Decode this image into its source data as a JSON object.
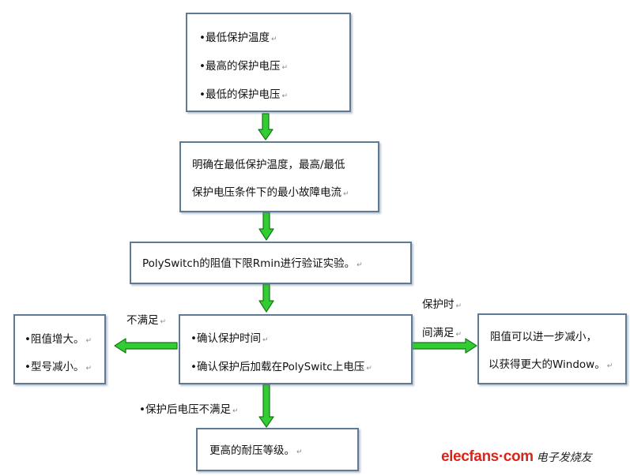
{
  "nodes": {
    "criteria": {
      "items": [
        "最低保护温度",
        "最高的保护电压",
        "最低的保护电压"
      ]
    },
    "fault_current": {
      "lines": [
        "明确在最低保护温度，最高/最低",
        "保护电压条件下的最小故障电流"
      ]
    },
    "verify_rmin": {
      "lines": [
        "PolySwitch的阻值下限Rmin进行验证实验。"
      ]
    },
    "confirm": {
      "items": [
        "确认保护时间",
        "确认保护后加载在PolySwitc上电压"
      ]
    },
    "left_fix": {
      "items": [
        "阻值增大。",
        "型号减小。"
      ]
    },
    "right_window": {
      "lines": [
        "阻值可以进一步减小，",
        "以获得更大的Window。"
      ]
    },
    "higher_rating": {
      "lines": [
        "更高的耐压等级。"
      ]
    }
  },
  "edge_labels": {
    "left": "不满足",
    "right_line1": "保护时",
    "right_line2": "间满足",
    "bottom": "保护后电压不满足"
  },
  "symbols": {
    "bullet": "•",
    "return_mark": "↵"
  },
  "watermark": {
    "brand": "elecfans·com",
    "cn": "电子发烧友"
  },
  "colors": {
    "arrow_fill": "#33cc33",
    "arrow_stroke": "#157a15",
    "box_border": "#5e7a95",
    "logo_red": "#d7261b"
  }
}
